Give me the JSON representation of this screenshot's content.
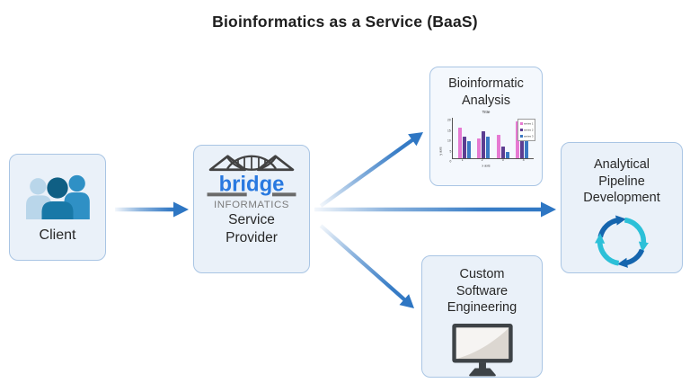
{
  "diagram": {
    "title": "Bioinformatics as a Service (BaaS)"
  },
  "nodes": {
    "client": {
      "label": "Client",
      "icon": "people-group-icon"
    },
    "provider": {
      "logo_word": "bridge",
      "logo_subtitle": "INFORMATICS",
      "label": "Service Provider",
      "icon": "dna-bridge-logo"
    },
    "analysis": {
      "label": "Bioinformatic Analysis",
      "icon": "bar-chart-icon"
    },
    "pipeline": {
      "label": "Analytical Pipeline Development",
      "icon": "cycle-arrows-icon"
    },
    "software": {
      "label": "Custom Software Engineering",
      "icon": "monitor-icon"
    }
  },
  "connections": [
    {
      "from": "client",
      "to": "provider",
      "style": "blue-fade-arrow"
    },
    {
      "from": "provider",
      "to": "analysis",
      "style": "blue-fade-arrow"
    },
    {
      "from": "provider",
      "to": "pipeline",
      "style": "blue-fade-arrow"
    },
    {
      "from": "provider",
      "to": "software",
      "style": "blue-fade-arrow"
    }
  ],
  "colors": {
    "arrow_blue": "#2e76c3",
    "node_background": "#eaf1f9",
    "node_border": "#a9c5e4",
    "logo_blue": "#2979e0",
    "logo_gray": "#7b7b7b",
    "cycle_dark_blue": "#1565ae",
    "cycle_cyan": "#2cc0d8",
    "person_light": "#b9d6ea",
    "person_dark": "#0f5f84",
    "person_medium": "#2f90c5",
    "monitor_frame": "#3e4347",
    "monitor_screen": "#dcd7d1"
  },
  "chart_data": {
    "type": "bar",
    "title": "Title",
    "xlabel": "x axis",
    "ylabel": "y axis",
    "categories": [
      "1",
      "2",
      "3",
      "4"
    ],
    "series": [
      {
        "name": "series 1",
        "color": "#e67ad2",
        "values": [
          18,
          12,
          14,
          22
        ]
      },
      {
        "name": "series 2",
        "color": "#5c3d91",
        "values": [
          13,
          16,
          7,
          11
        ]
      },
      {
        "name": "series 3",
        "color": "#3a77c2",
        "values": [
          10,
          13,
          4,
          15
        ]
      }
    ],
    "ylim": [
      0,
      24
    ],
    "yticks": [
      0,
      5,
      10,
      15,
      20
    ],
    "legend_position": "upper right",
    "grid": false
  }
}
